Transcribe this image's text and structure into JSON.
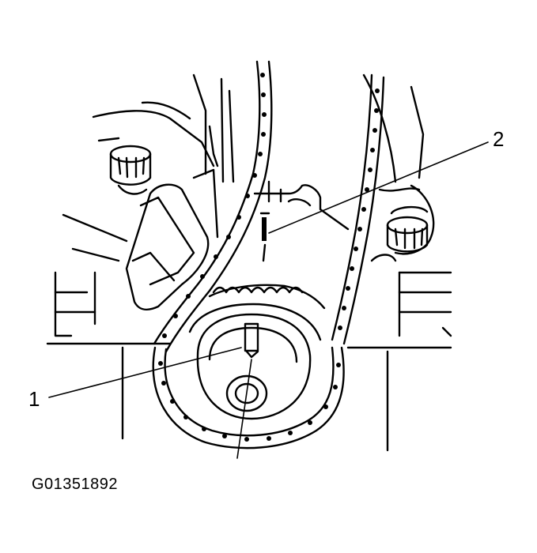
{
  "figure": {
    "id": "G01351892",
    "callouts": [
      {
        "number": "1"
      },
      {
        "number": "2"
      }
    ]
  }
}
